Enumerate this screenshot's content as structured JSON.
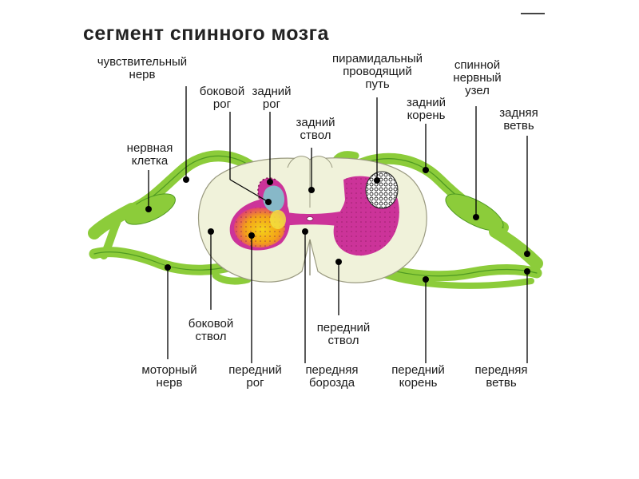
{
  "title": "сегмент спинного мозга",
  "labels": {
    "sensory_nerve": [
      "чувствительный",
      "нерв"
    ],
    "lateral_horn": [
      "боковой",
      "рог"
    ],
    "posterior_horn": [
      "задний",
      "рог"
    ],
    "posterior_funiculus": [
      "задний",
      "ствол"
    ],
    "pyramidal_tract": [
      "пирамидальный",
      "проводящий",
      "путь"
    ],
    "spinal_ganglion": [
      "спинной",
      "нервный",
      "узел"
    ],
    "posterior_root": [
      "задний",
      "корень"
    ],
    "posterior_branch": [
      "задняя",
      "ветвь"
    ],
    "nerve_cell": [
      "нервная",
      "клетка"
    ],
    "lateral_funiculus": [
      "боковой",
      "ствол"
    ],
    "anterior_funiculus": [
      "передний",
      "ствол"
    ],
    "motor_nerve": [
      "моторный",
      "нерв"
    ],
    "anterior_horn": [
      "передний",
      "рог"
    ],
    "anterior_fissure": [
      "передняя",
      "борозда"
    ],
    "anterior_root": [
      "передний",
      "корень"
    ],
    "anterior_branch": [
      "передняя",
      "ветвь"
    ]
  },
  "colors": {
    "white_matter": "#f0f2da",
    "gray_matter": "#cc3399",
    "nerve": "#8ccc3a",
    "nucleus_yellow": "#f2c418",
    "nucleus_orange": "#f07a10",
    "nucleus_cyan": "#7ad0d0",
    "line": "#000000"
  }
}
